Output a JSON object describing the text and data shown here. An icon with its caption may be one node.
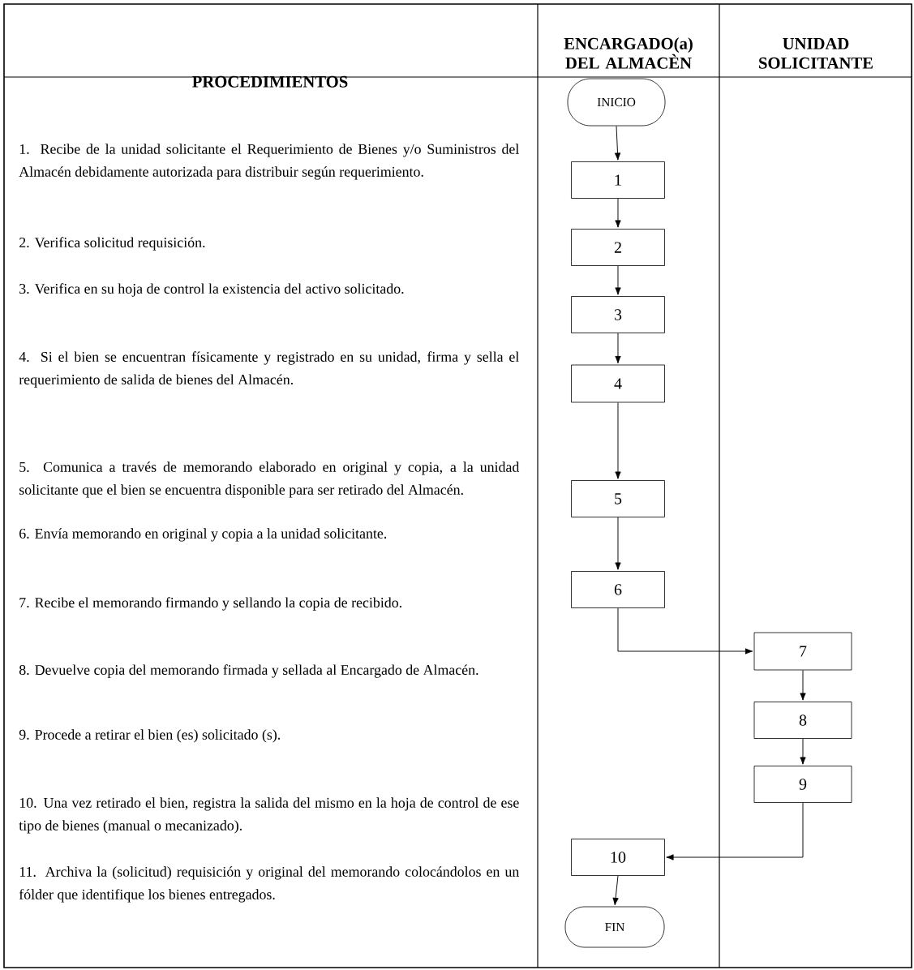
{
  "diagram": {
    "nodes": [
      {
        "text": [
          "INICIO"
        ]
      },
      {
        "text": [
          "1"
        ]
      },
      {
        "text": [
          "2"
        ]
      },
      {
        "text": [
          "3"
        ]
      },
      {
        "text": [
          "4"
        ]
      },
      {
        "text": [
          "5"
        ]
      },
      {
        "text": [
          "6"
        ]
      },
      {
        "text": [
          "7"
        ]
      },
      {
        "text": [
          "8"
        ]
      },
      {
        "text": [
          "9"
        ]
      },
      {
        "text": [
          "10"
        ]
      },
      {
        "text": [
          "FIN"
        ]
      }
    ],
    "edges": [
      {
        "from": 0,
        "to": 1,
        "arrow": "to"
      },
      {
        "from": 1,
        "to": 2,
        "arrow": "to"
      },
      {
        "from": 2,
        "to": 3,
        "arrow": "to"
      },
      {
        "from": 3,
        "to": 4,
        "arrow": "to"
      },
      {
        "from": 4,
        "to": 5,
        "arrow": "to"
      },
      {
        "from": 5,
        "to": 6,
        "arrow": "to"
      },
      {
        "from": 6,
        "to": 7,
        "arrow": "to"
      },
      {
        "from": 7,
        "to": 8,
        "arrow": "to"
      },
      {
        "from": 8,
        "to": 9,
        "arrow": "to"
      },
      {
        "from": 9,
        "to": 10,
        "arrow": "to"
      },
      {
        "from": 10,
        "to": 11,
        "arrow": "to"
      }
    ],
    "labels": [
      "PROCEDIMIENTOS",
      "ENCARGADO(a) DEL ALMACÈN",
      "UNIDAD SOLICITANTE",
      "1. Recibe de la unidad solicitante el Requerimiento de Bienes y/o Suministros del Almacén debidamente autorizada para distribuir según requerimiento.",
      "2. Verifica solicitud requisición.",
      "3. Verifica en su hoja de control la existencia del activo solicitado.",
      "4. Si el bien se encuentran físicamente y registrado en su unidad, firma y sella el requerimiento de salida de bienes del Almacén.",
      "5. Comunica a través de memorando elaborado en original y copia, a la unidad solicitante que el bien se encuentra disponible para ser retirado del Almacén.",
      "6. Envía memorando en original y copia a la unidad solicitante.",
      "7. Recibe el memorando firmando y sellando la copia de recibido.",
      "8. Devuelve copia del memorando firmada y sellada al Encargado de Almacén.",
      "9. Procede a retirar el bien (es) solicitado (s).",
      "10. Una vez retirado el bien, registra la salida del mismo en la hoja de control de ese tipo de bienes (manual o mecanizado).",
      "11. Archiva la (solicitud) requisición y original del memorando colocándolos en un fólder que identifique los bienes entregados."
    ]
  }
}
